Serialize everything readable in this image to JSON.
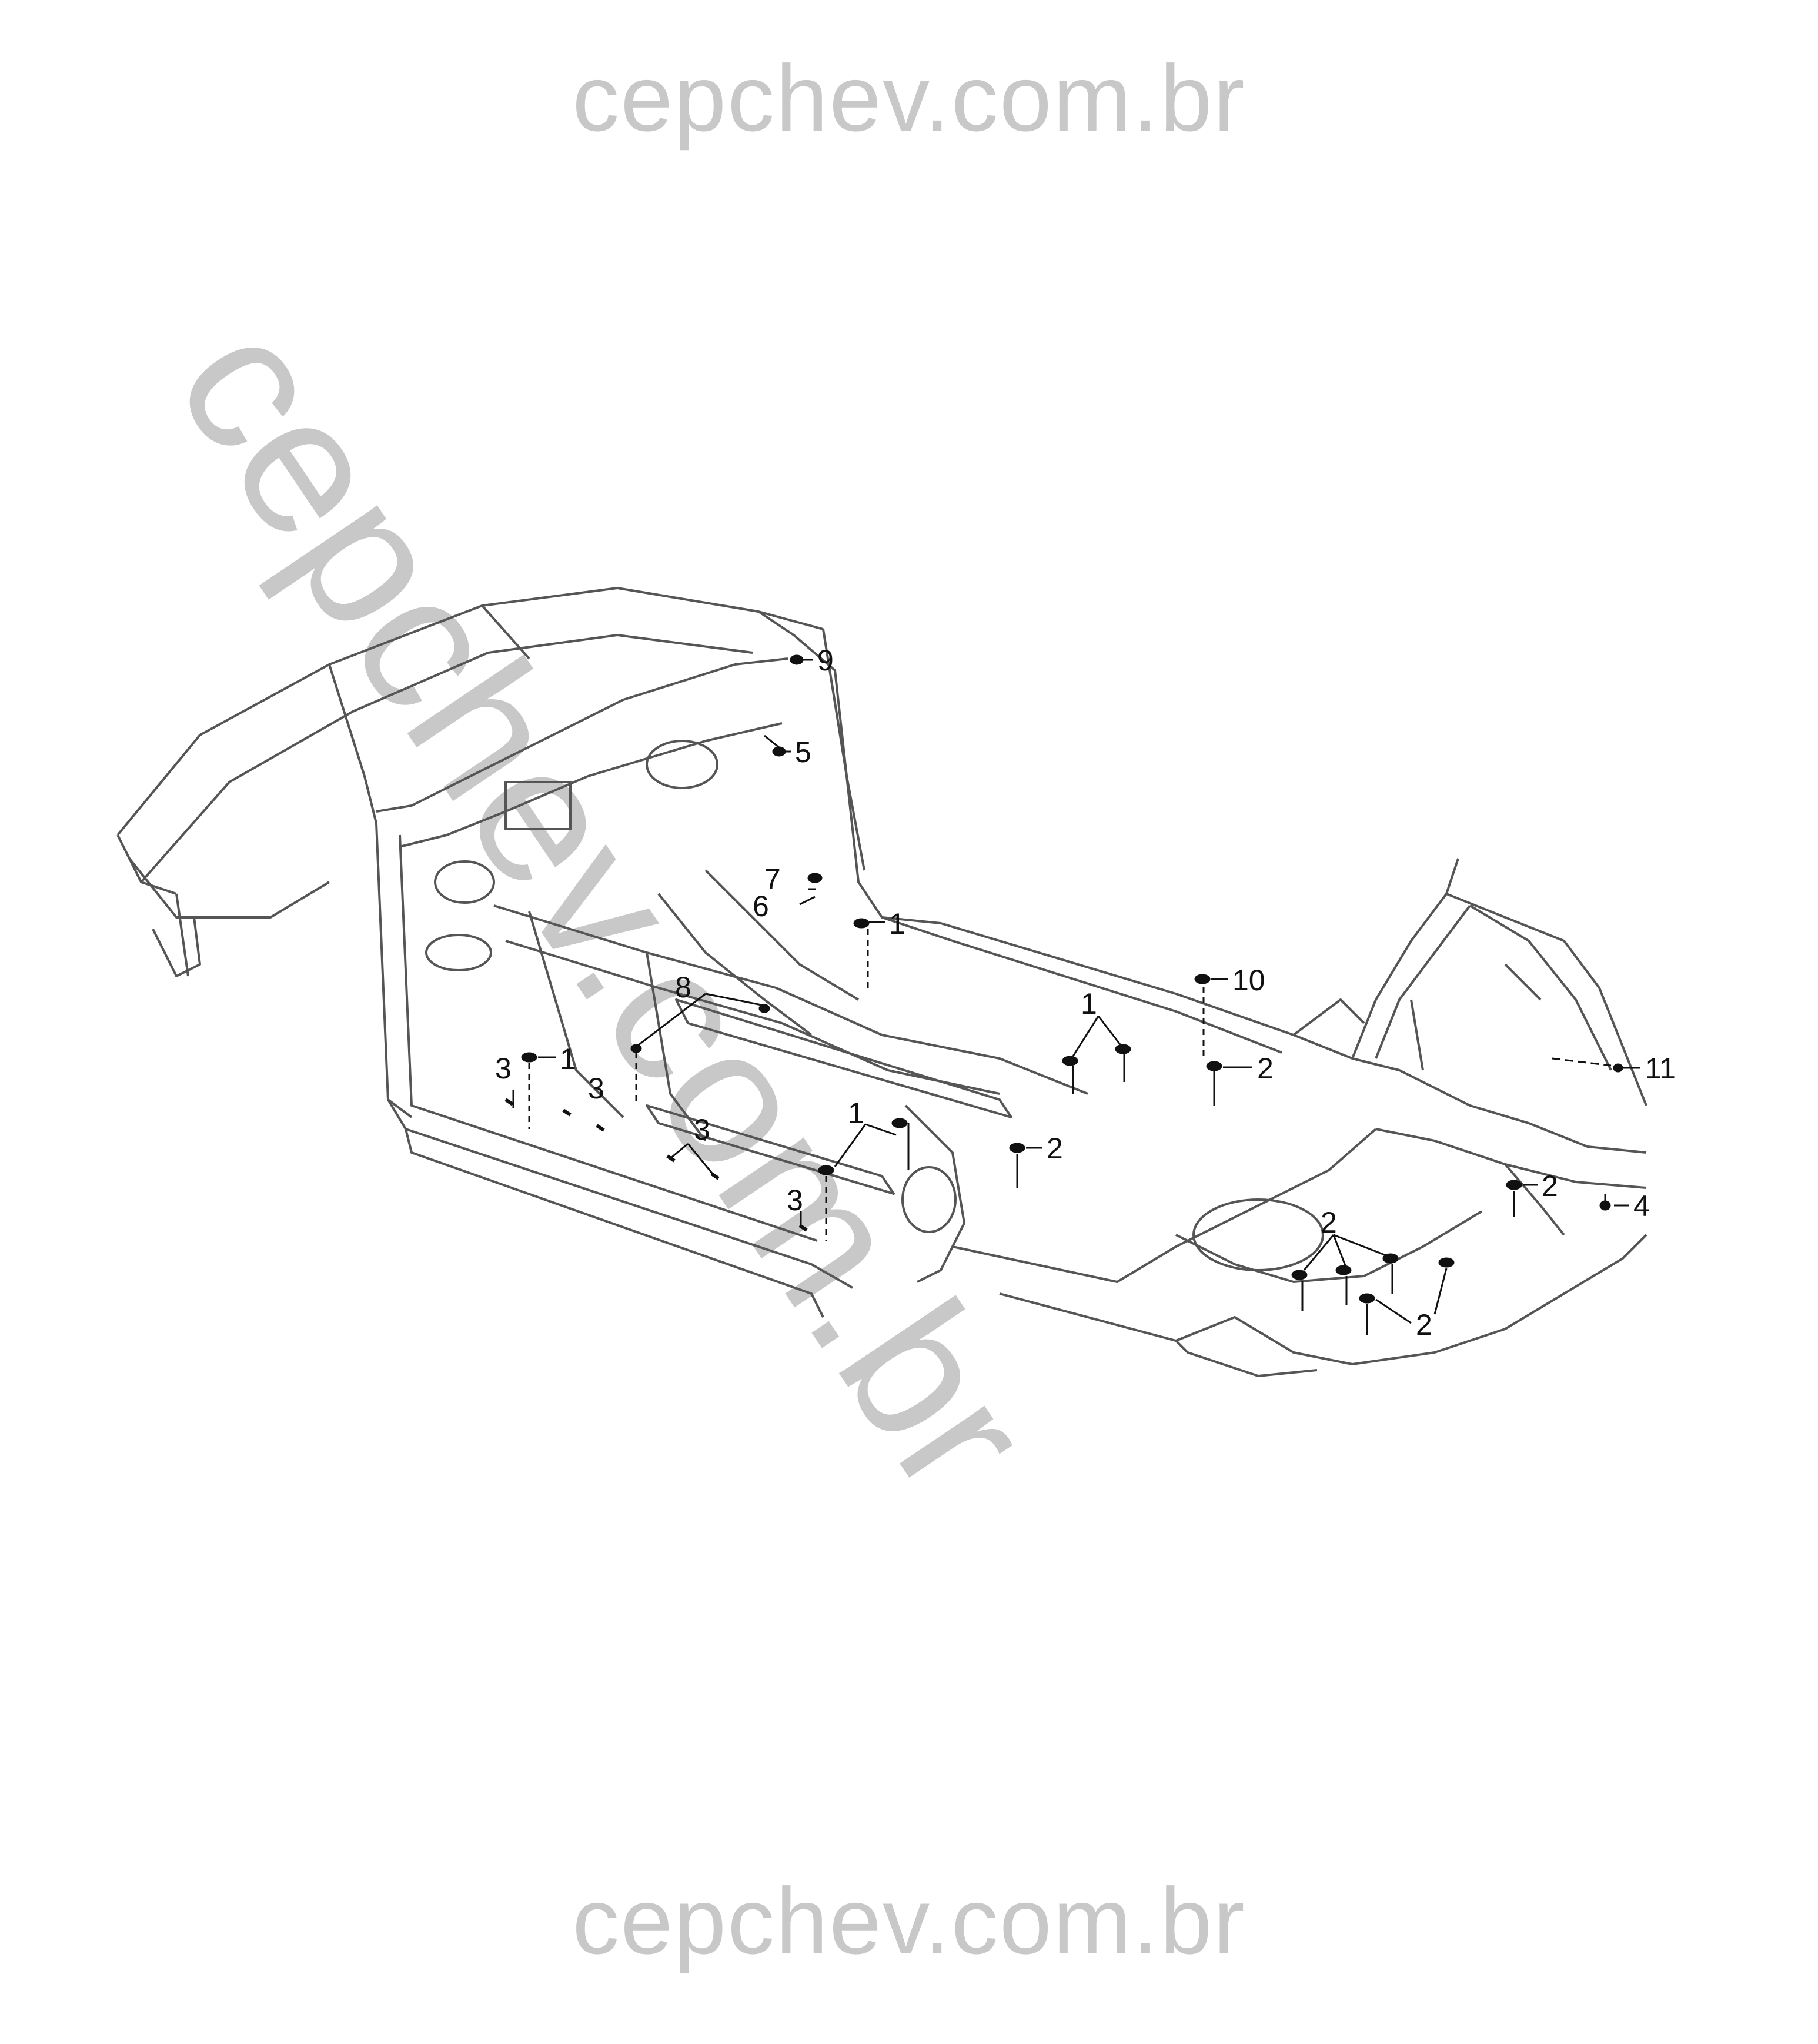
{
  "watermark": {
    "top": "cepchev.com.br",
    "bottom": "cepchev.com.br",
    "diagonal": "cepchev.com.br",
    "color": "#c8c8c8"
  },
  "callouts": [
    {
      "id": "c9",
      "label": "9"
    },
    {
      "id": "c5",
      "label": "5"
    },
    {
      "id": "c7",
      "label": "7"
    },
    {
      "id": "c6",
      "label": "6"
    },
    {
      "id": "c1a",
      "label": "1"
    },
    {
      "id": "c10",
      "label": "10"
    },
    {
      "id": "c8",
      "label": "8"
    },
    {
      "id": "c1b",
      "label": "1"
    },
    {
      "id": "c2a",
      "label": "2"
    },
    {
      "id": "c11",
      "label": "11"
    },
    {
      "id": "c3a",
      "label": "3"
    },
    {
      "id": "c1c",
      "label": "1"
    },
    {
      "id": "c3b",
      "label": "3"
    },
    {
      "id": "c1d",
      "label": "1"
    },
    {
      "id": "c3c",
      "label": "3"
    },
    {
      "id": "c2b",
      "label": "2"
    },
    {
      "id": "c2c",
      "label": "2"
    },
    {
      "id": "c4",
      "label": "4"
    },
    {
      "id": "c3d",
      "label": "3"
    },
    {
      "id": "c2d",
      "label": "2"
    },
    {
      "id": "c2e",
      "label": "2"
    }
  ]
}
